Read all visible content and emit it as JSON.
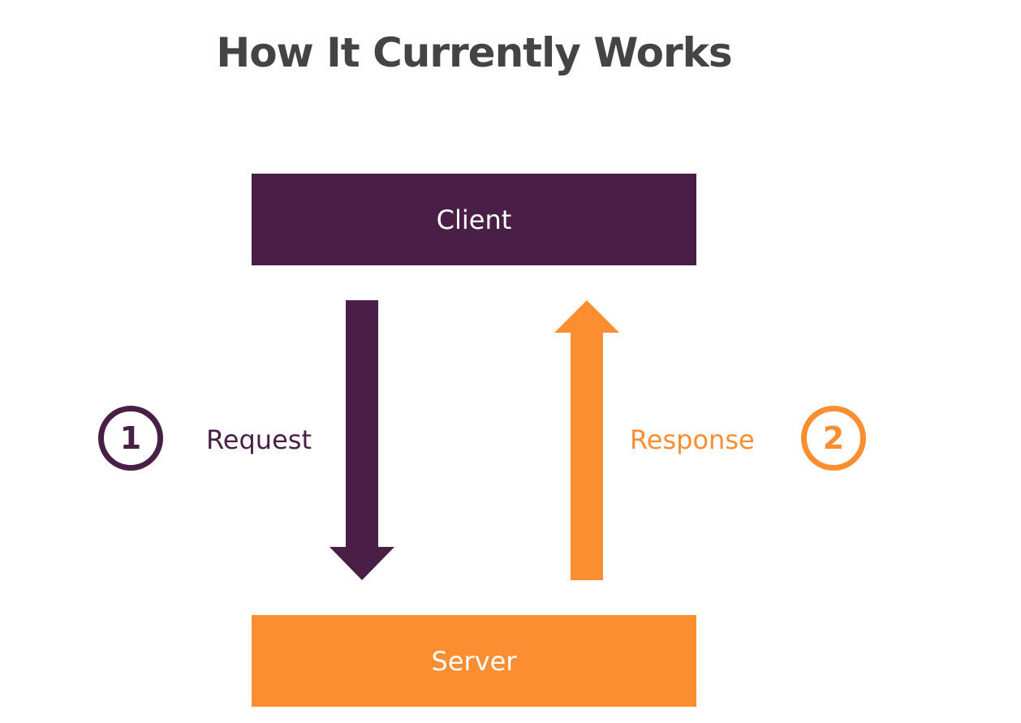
{
  "title": "How It Currently Works",
  "client": {
    "label": "Client"
  },
  "server": {
    "label": "Server"
  },
  "request": {
    "number": "1",
    "label": "Request"
  },
  "response": {
    "number": "2",
    "label": "Response"
  },
  "colors": {
    "title": "#444444",
    "purple": "#4a1f47",
    "orange": "#fc8e32",
    "white": "#ffffff"
  }
}
